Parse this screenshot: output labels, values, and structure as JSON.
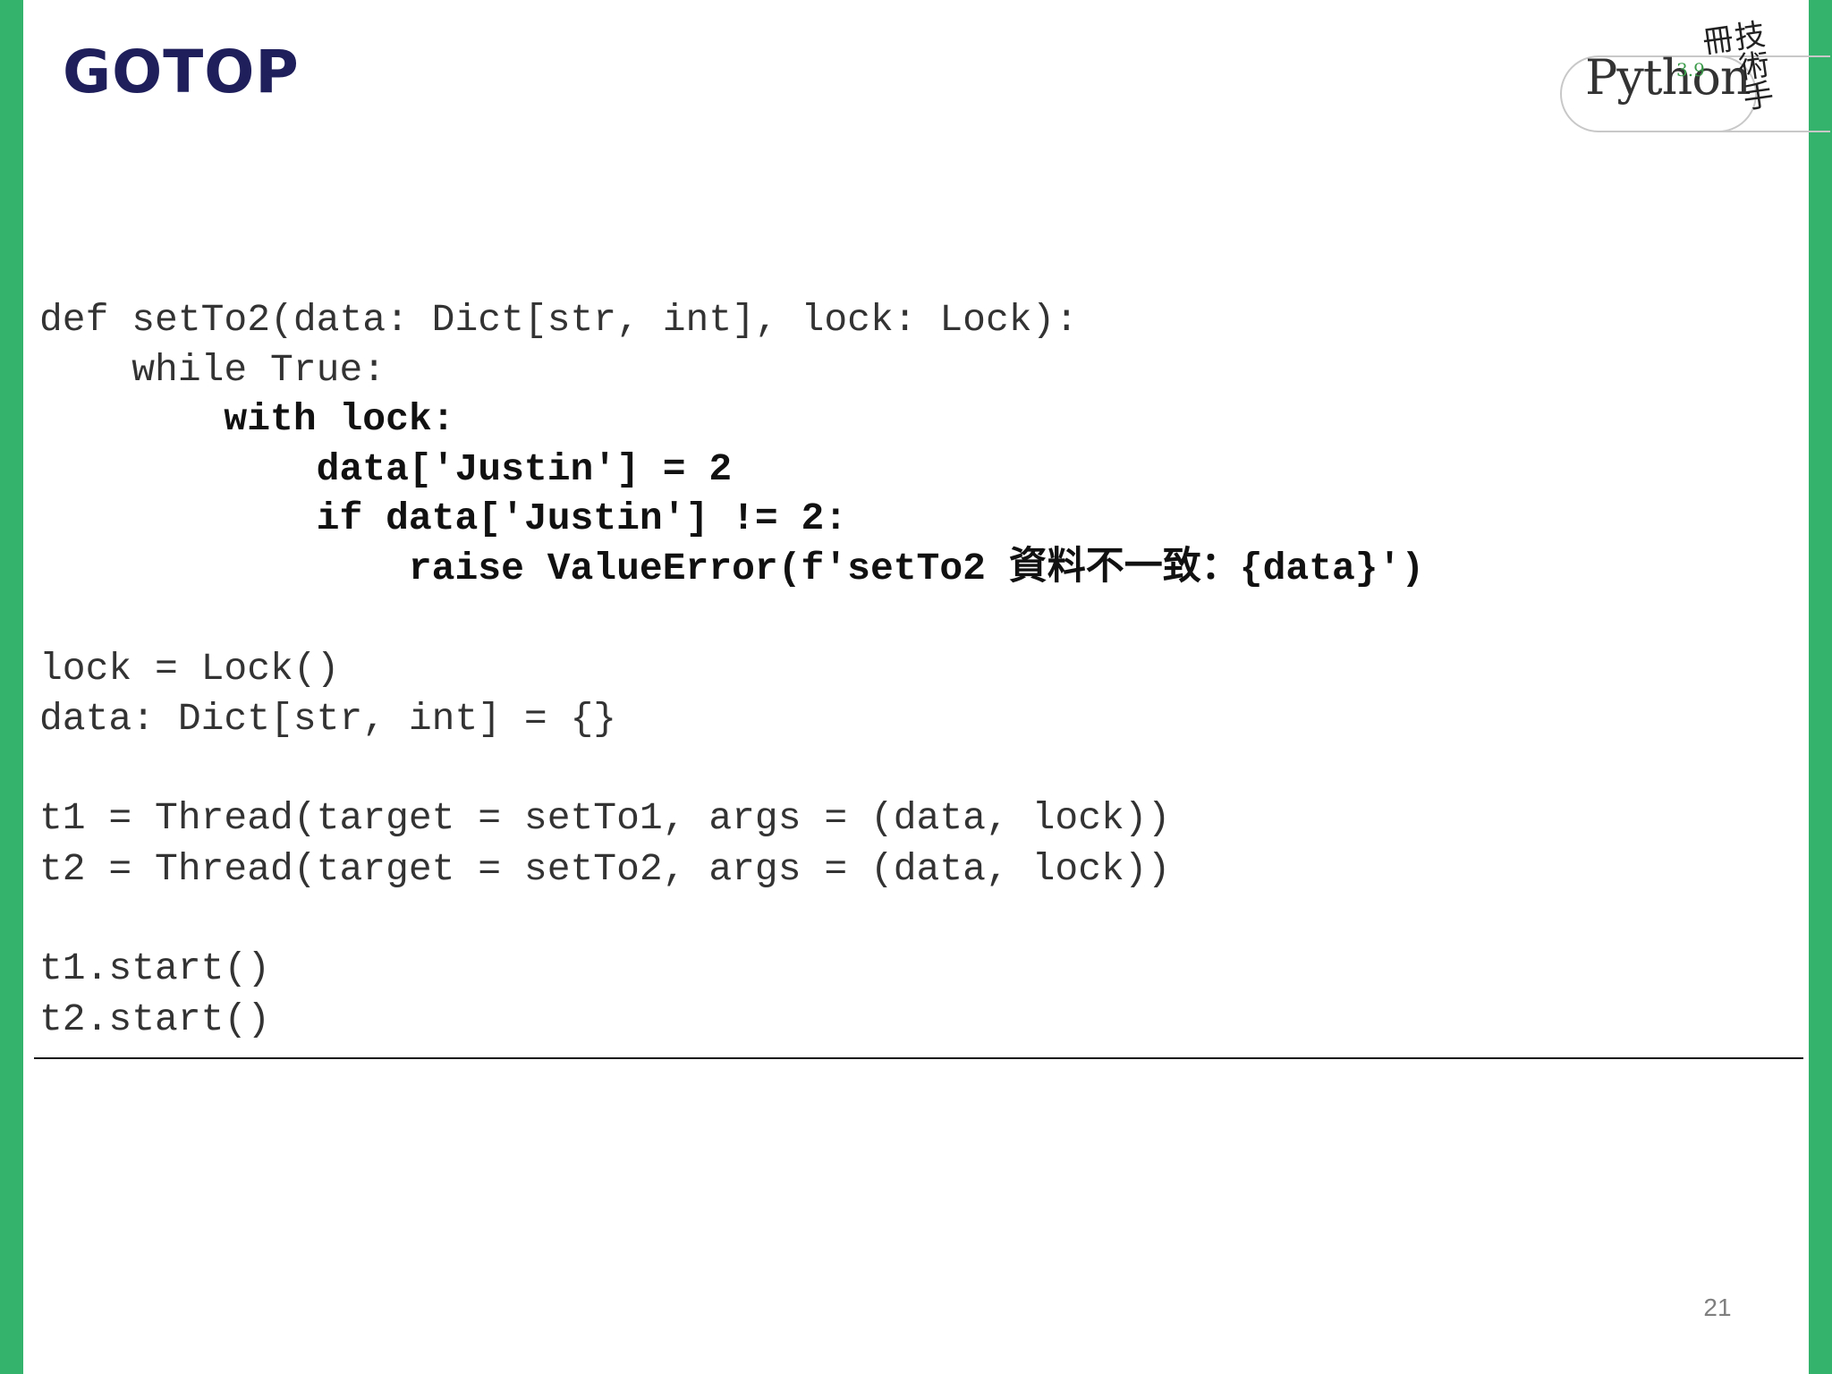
{
  "colors": {
    "side_bar": "#33b36b",
    "publisher_logo": "#1f1f5c",
    "badge_version": "#3a9a4a"
  },
  "header": {
    "publisher_logo_text": "GOTOP",
    "book_badge": {
      "word": "Python",
      "version": "3.9",
      "calligraphy": "技術手冊"
    }
  },
  "code": {
    "lines": [
      {
        "text": "def setTo2(data: Dict[str, int], lock: Lock):",
        "bold": false
      },
      {
        "text": "    while True:",
        "bold": false
      },
      {
        "text": "        with lock:",
        "bold": true
      },
      {
        "text": "            data['Justin'] = 2",
        "bold": true
      },
      {
        "text": "            if data['Justin'] != 2:",
        "bold": true
      },
      {
        "text": "                raise ValueError(f'setTo2 資料不一致：{data}')",
        "bold": true
      },
      {
        "text": "",
        "bold": false
      },
      {
        "text": "lock = Lock()",
        "bold": false
      },
      {
        "text": "data: Dict[str, int] = {}",
        "bold": false
      },
      {
        "text": "",
        "bold": false
      },
      {
        "text": "t1 = Thread(target = setTo1, args = (data, lock))",
        "bold": false
      },
      {
        "text": "t2 = Thread(target = setTo2, args = (data, lock))",
        "bold": false
      },
      {
        "text": "",
        "bold": false
      },
      {
        "text": "t1.start()",
        "bold": false
      },
      {
        "text": "t2.start()",
        "bold": false
      }
    ]
  },
  "footer": {
    "page_number": "21"
  }
}
